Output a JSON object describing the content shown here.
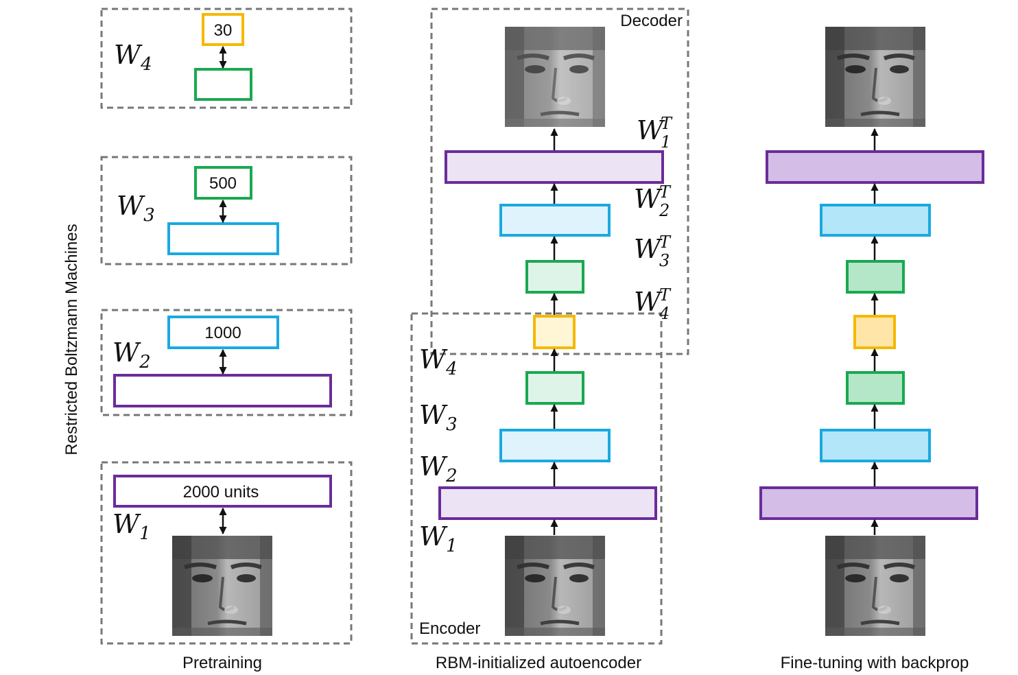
{
  "side_label": "Restricted Boltzmann Machines",
  "panels": {
    "pretraining": "Pretraining",
    "autoencoder": "RBM-initialized autoencoder",
    "finetune": "Fine-tuning with backprop"
  },
  "regions": {
    "decoder": "Decoder",
    "encoder": "Encoder"
  },
  "rbm_units": {
    "w4": "30",
    "w3": "500",
    "w2": "1000",
    "w1": "2000 units"
  },
  "weights": {
    "w1": {
      "base": "W",
      "sub": "1"
    },
    "w2": {
      "base": "W",
      "sub": "2"
    },
    "w3": {
      "base": "W",
      "sub": "3"
    },
    "w4": {
      "base": "W",
      "sub": "4"
    },
    "w1t": {
      "base": "W",
      "sub": "1",
      "sup": "T"
    },
    "w2t": {
      "base": "W",
      "sub": "2",
      "sup": "T"
    },
    "w3t": {
      "base": "W",
      "sub": "3",
      "sup": "T"
    },
    "w4t": {
      "base": "W",
      "sub": "4",
      "sup": "T"
    }
  },
  "colors": {
    "purple": "#6a2c9a",
    "blue": "#1aa9e0",
    "green": "#1aa850",
    "yellow": "#f5b800",
    "purple_fill_light": "#ece3f5",
    "blue_fill_light": "#dff3fc",
    "green_fill_light": "#dff4e8",
    "yellow_fill_light": "#fff6d6",
    "purple_fill": "#d4bde6",
    "blue_fill": "#b3e6f9",
    "green_fill": "#b4e6c8",
    "yellow_fill": "#ffe6a8"
  }
}
